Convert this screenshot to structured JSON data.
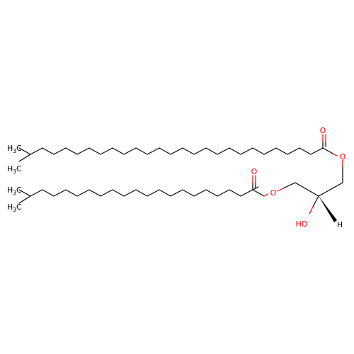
{
  "molecule": {
    "colors": {
      "carbon_bond": "#000000",
      "oxygen": "#ff0000",
      "hydrogen_label": "#000000",
      "background": "#ffffff"
    },
    "labels": {
      "top_oxo": "O",
      "top_ester_o": "O",
      "mid_oxo": "O",
      "mid_ester_o": "O",
      "hydroxyl": "HO",
      "stereo_h": "H",
      "methyl_1_c": "H",
      "methyl_1_sub": "3",
      "methyl_1_tail": "C",
      "methyl_2_c": "H",
      "methyl_2_sub": "3",
      "methyl_2_tail": "C",
      "methyl_3_c": "H",
      "methyl_3_sub": "3",
      "methyl_3_tail": "C",
      "methyl_4_c": "H",
      "methyl_4_sub": "3",
      "methyl_4_tail": "C"
    }
  }
}
